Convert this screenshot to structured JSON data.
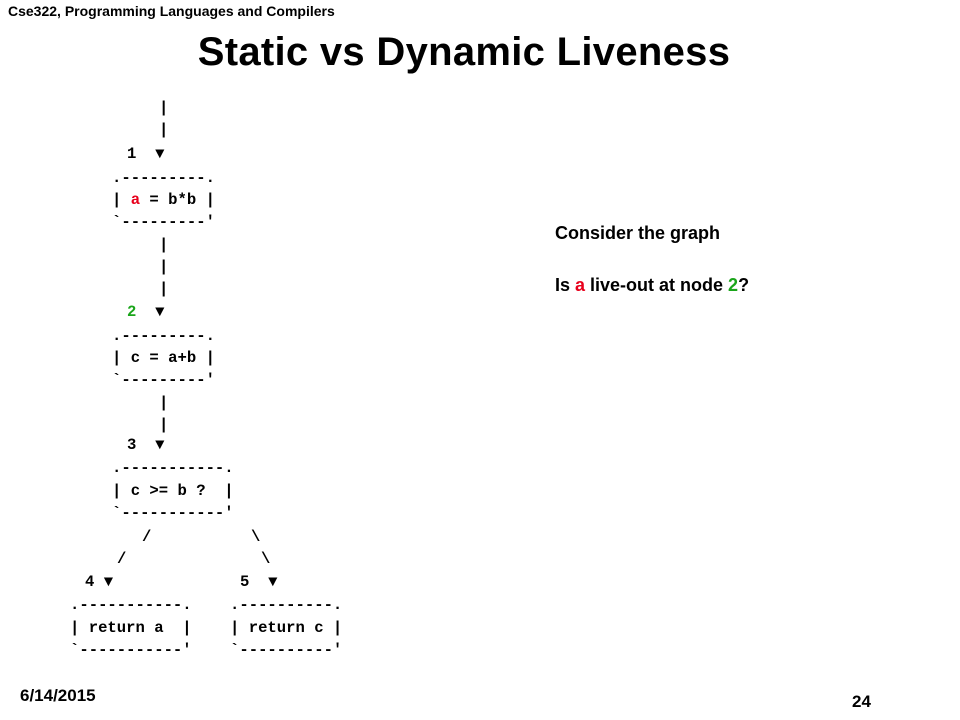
{
  "header": {
    "course": "Cse322, Programming Languages and Compilers"
  },
  "title": "Static vs Dynamic Liveness",
  "graph": {
    "edge": "|",
    "arrow": "▼",
    "node1": {
      "number": "1",
      "top": ".---------.",
      "mid_prefix": "| ",
      "var": "a",
      "mid_suffix": " = b*b |",
      "bottom": "`---------'"
    },
    "node2": {
      "number": "2",
      "top": ".---------.",
      "mid": "| c = a+b |",
      "bottom": "`---------'"
    },
    "node3": {
      "number": "3",
      "top": ".-----------.",
      "mid": "| c >= b ?  |",
      "bottom": "`-----------'",
      "left_branch": "/",
      "right_branch": "\\"
    },
    "node4": {
      "number": "4",
      "top": ".-----------.",
      "mid": "| return a  |",
      "bottom": "`-----------'"
    },
    "node5": {
      "number": "5",
      "top": ".----------.",
      "mid": "| return c |",
      "bottom": "`----------'"
    }
  },
  "side": {
    "line1": "Consider the graph",
    "q_part1": "Is ",
    "q_var": "a",
    "q_part2": " live-out at node ",
    "q_node": "2",
    "q_part3": "?"
  },
  "footer": {
    "date": "6/14/2015",
    "page": "24"
  },
  "colors": {
    "highlight_var": "#e8001c",
    "highlight_node": "#1aa51a"
  }
}
